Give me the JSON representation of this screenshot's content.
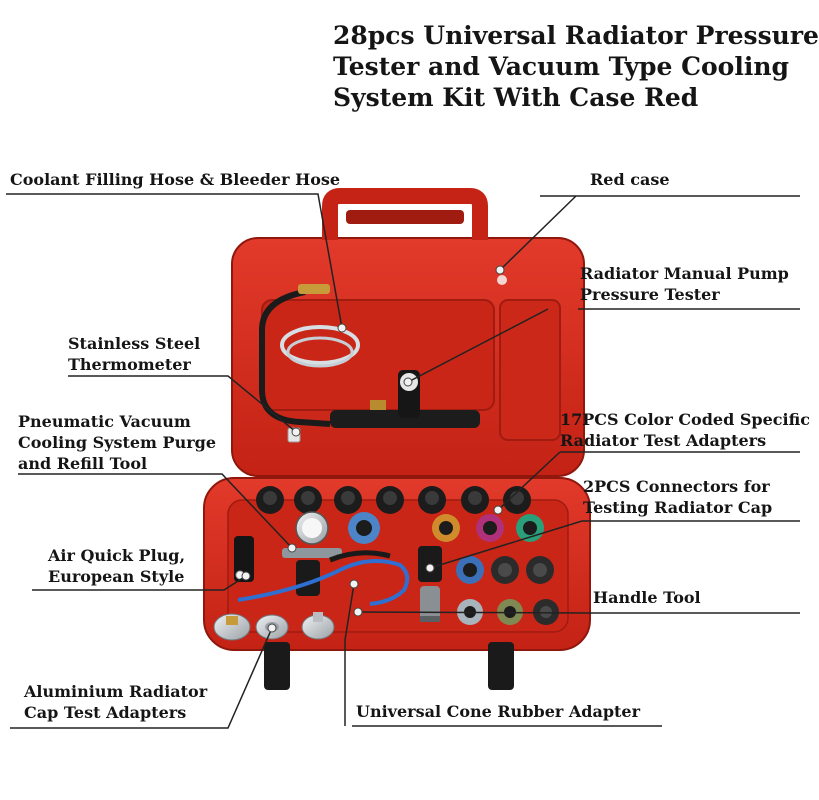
{
  "title": {
    "lines": [
      "28pcs Universal Radiator Pressure",
      "Tester and Vacuum Type Cooling",
      "System Kit With Case Red"
    ]
  },
  "callouts": {
    "coolant_hose": {
      "lines": [
        "Coolant Filling Hose & Bleeder Hose"
      ]
    },
    "red_case": {
      "lines": [
        "Red case"
      ]
    },
    "manual_pump": {
      "lines": [
        "Radiator Manual Pump",
        "Pressure Tester"
      ]
    },
    "thermometer": {
      "lines": [
        "Stainless Steel",
        "Thermometer"
      ]
    },
    "vacuum_tool": {
      "lines": [
        "Pneumatic Vacuum",
        "Cooling System Purge",
        "and Refill Tool"
      ]
    },
    "test_adapters": {
      "lines": [
        "17PCS Color Coded Specific",
        "Radiator Test Adapters"
      ]
    },
    "connectors": {
      "lines": [
        "2PCS Connectors for",
        "Testing Radiator Cap"
      ]
    },
    "quick_plug": {
      "lines": [
        "Air Quick Plug,",
        "European Style"
      ]
    },
    "handle_tool": {
      "lines": [
        "Handle Tool"
      ]
    },
    "aluminium_adapters": {
      "lines": [
        "Aluminium Radiator",
        "Cap Test Adapters"
      ]
    },
    "cone_adapter": {
      "lines": [
        "Universal Cone Rubber Adapter"
      ]
    }
  },
  "colors": {
    "case_red": "#d42a1c",
    "case_dark": "#a01b10",
    "case_light": "#e8473a",
    "leader_line": "#222222",
    "hose_black": "#1b1b1b",
    "hose_blue": "#2f6fd1",
    "brass": "#c79b3a",
    "steel": "#c9cdd2"
  }
}
